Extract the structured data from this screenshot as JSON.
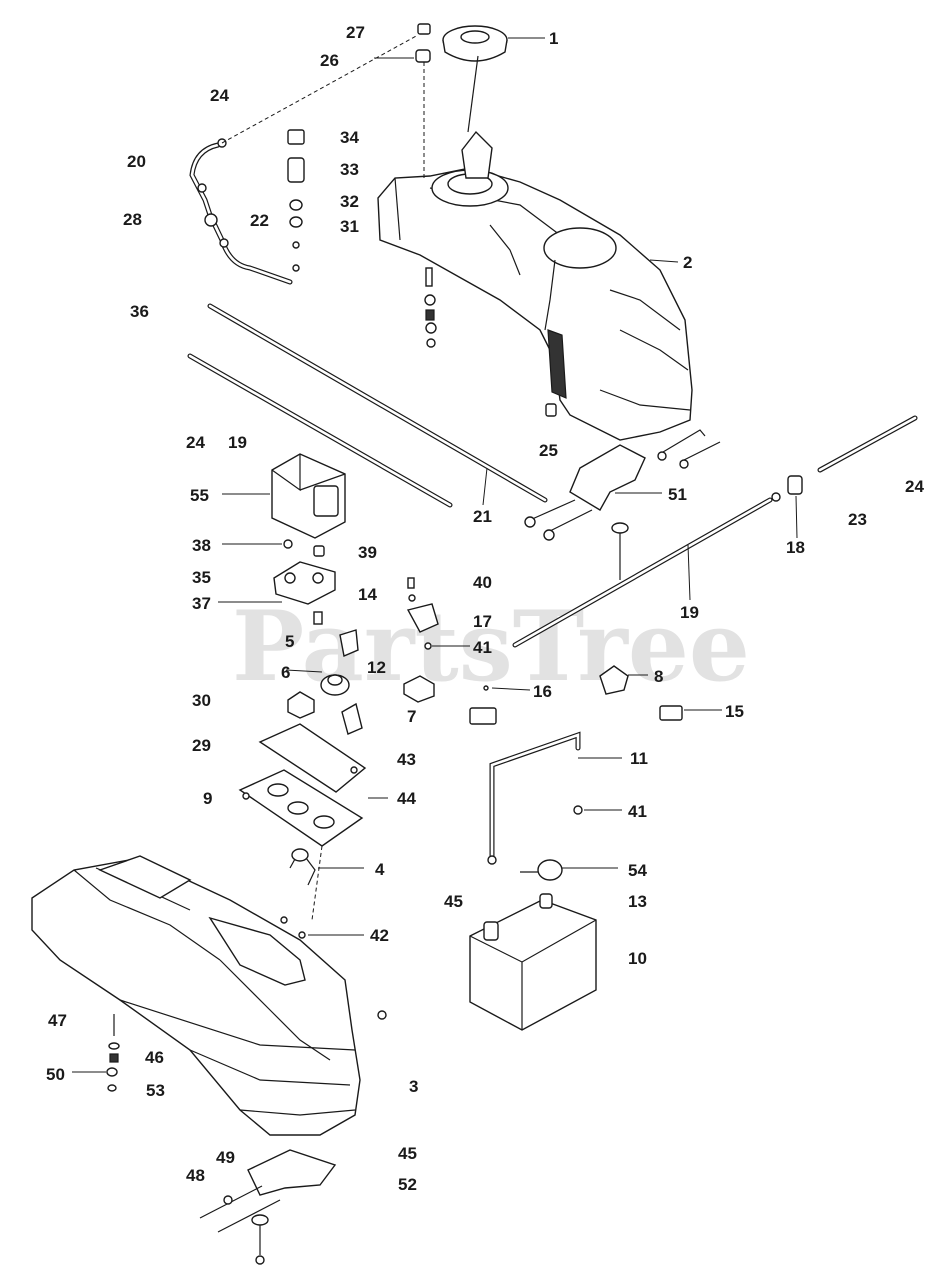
{
  "watermark": {
    "text": "PartsTree"
  },
  "callouts": {
    "c1": "1",
    "c2": "2",
    "c3": "3",
    "c4": "4",
    "c5": "5",
    "c6": "6",
    "c7": "7",
    "c8": "8",
    "c9": "9",
    "c10": "10",
    "c11": "11",
    "c12": "12",
    "c13": "13",
    "c14": "14",
    "c15": "15",
    "c16": "16",
    "c17": "17",
    "c18": "18",
    "c19a": "19",
    "c19b": "19",
    "c20": "20",
    "c21": "21",
    "c22": "22",
    "c23": "23",
    "c24a": "24",
    "c24b": "24",
    "c24c": "24",
    "c25": "25",
    "c26": "26",
    "c27": "27",
    "c28": "28",
    "c29": "29",
    "c30": "30",
    "c31": "31",
    "c32": "32",
    "c33": "33",
    "c34": "34",
    "c35": "35",
    "c36": "36",
    "c37": "37",
    "c38": "38",
    "c39": "39",
    "c40": "40",
    "c41a": "41",
    "c41b": "41",
    "c42": "42",
    "c43": "43",
    "c44": "44",
    "c45a": "45",
    "c45b": "45",
    "c46": "46",
    "c47": "47",
    "c48": "48",
    "c49": "49",
    "c50": "50",
    "c51": "51",
    "c52": "52",
    "c53": "53",
    "c54": "54",
    "c55": "55"
  }
}
